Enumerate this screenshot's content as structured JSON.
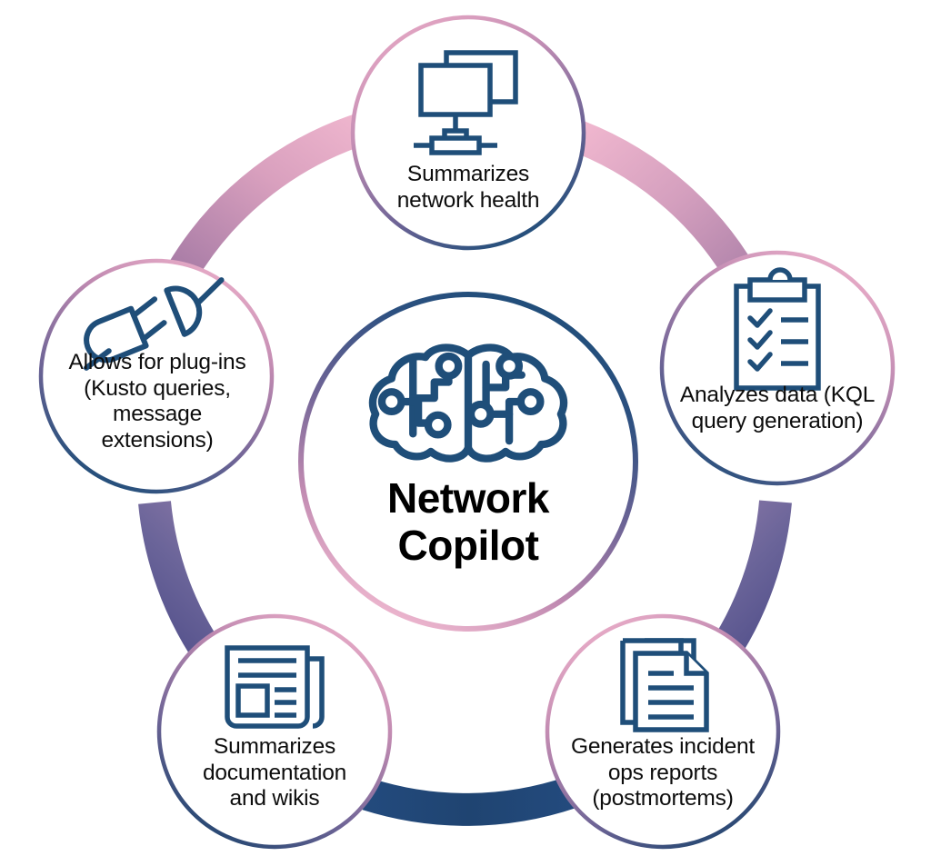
{
  "diagram": {
    "title": "Network Copilot capability wheel",
    "center": {
      "label": "Network\nCopilot",
      "icon": "brain-circuit-icon"
    },
    "colors": {
      "icon_blue": "#1F4E79",
      "dark_blue": "#1F4E79",
      "pink": "#E8A9C5",
      "light_pink": "#EFB3CC",
      "purple": "#8E6795",
      "deep_purple": "#55528C",
      "navy": "#234A7D",
      "text": "#0D0D0D"
    },
    "nodes": [
      {
        "id": "summarizes-network-health",
        "label": "Summarizes\nnetwork health",
        "icon": "monitor-network-icon"
      },
      {
        "id": "analyzes-data",
        "label": "Analyzes data (KQL\nquery generation)",
        "icon": "clipboard-checklist-icon"
      },
      {
        "id": "generates-incident-ops-reports",
        "label": "Generates incident\nops reports\n(postmortems)",
        "icon": "documents-icon"
      },
      {
        "id": "summarizes-documentation",
        "label": "Summarizes\ndocumentation\nand wikis",
        "icon": "newspaper-icon"
      },
      {
        "id": "allows-for-plug-ins",
        "label": "Allows for plug-ins\n(Kusto queries,\nmessage\nextensions)",
        "icon": "plug-icon"
      }
    ]
  }
}
